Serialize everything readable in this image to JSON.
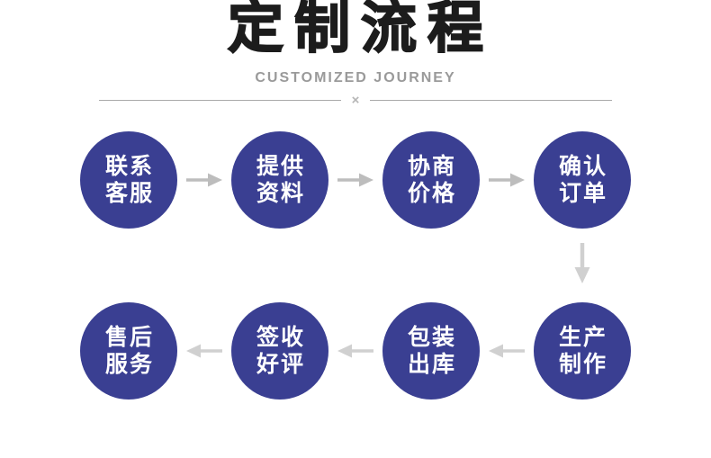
{
  "header": {
    "title": "定制流程",
    "subtitle": "CUSTOMIZED JOURNEY",
    "divider_symbol": "×"
  },
  "flow": {
    "steps": [
      {
        "full": "联系客服",
        "line1": "联系",
        "line2": "客服"
      },
      {
        "full": "提供资料",
        "line1": "提供",
        "line2": "资料"
      },
      {
        "full": "协商价格",
        "line1": "协商",
        "line2": "价格"
      },
      {
        "full": "确认订单",
        "line1": "确认",
        "line2": "订单"
      },
      {
        "full": "生产制作",
        "line1": "生产",
        "line2": "制作"
      },
      {
        "full": "包装出库",
        "line1": "包装",
        "line2": "出库"
      },
      {
        "full": "签收好评",
        "line1": "签收",
        "line2": "好评"
      },
      {
        "full": "售后服务",
        "line1": "售后",
        "line2": "服务"
      }
    ]
  },
  "colors": {
    "circle": "#3a3f92",
    "circle-text": "#ffffff",
    "arrow": "#bdbdbd",
    "arrow-light": "#d0d0d0",
    "title": "#1c1c1c",
    "subtitle": "#9a9a9a",
    "divider": "#a9a9a9"
  }
}
